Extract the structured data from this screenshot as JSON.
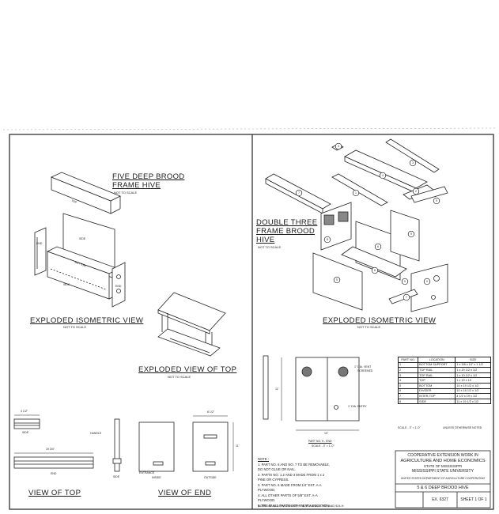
{
  "left_panel": {
    "title_line1": "FIVE DEEP BROOD",
    "title_line2": "FRAME HIVE",
    "title_note": "NOT TO SCALE",
    "exploded_iso_title": "EXPLODED ISOMETRIC VIEW",
    "exploded_iso_note": "NOT TO SCALE",
    "exploded_top_title": "EXPLODED VIEW OF TOP",
    "exploded_top_note": "NOT TO SCALE",
    "part_labels": {
      "top": "TOP",
      "side_a": "SIDE",
      "end_a": "END",
      "bottom": "BOTTOM",
      "side_b": "SIDE",
      "end_b": "END"
    },
    "view_of_top_title": "VIEW OF TOP",
    "view_of_end_title": "VIEW OF END",
    "dims": {
      "top_width": "4 1/2\"",
      "top_length": "19 3/4\"",
      "side_label": "SIDE",
      "end_label": "END",
      "handle": "HANDLE",
      "side2": "SIDE",
      "entrance": "ENTRANCE",
      "inside": "INSIDE",
      "outside": "OUTSIDE",
      "outside_width": "8 1/2\"",
      "height": "11\""
    }
  },
  "right_panel": {
    "title_line1": "DOUBLE THREE",
    "title_line2": "FRAME BROOD",
    "title_line3": "HIVE",
    "title_note": "NOT TO SCALE",
    "exploded_iso_title": "EXPLODED ISOMETRIC VIEW",
    "exploded_iso_note": "NOT TO SCALE",
    "part_numbers": [
      "3",
      "3",
      "4",
      "7",
      "1",
      "2",
      "8",
      "6",
      "9",
      "6",
      "5",
      "5",
      "9",
      "9",
      "7"
    ],
    "end_view": {
      "vent": "1\" DIA. VENT",
      "vent2": "SCREENED",
      "entry": "1\" DIA. ENTRY",
      "caption": "PART NO. 9 - END",
      "scale": "SCALE - 3\" = 1'-0\"",
      "width": "10\"",
      "height": "11\""
    }
  },
  "parts_table": {
    "headers": [
      "PART NO.",
      "LOCATION",
      "SIZE"
    ],
    "rows": [
      [
        "1",
        "BOTTOM SUPPORT",
        "1 x 3/8 x 10\" x 1 1/2"
      ],
      [
        "2",
        "TOP RAIL",
        "1 x 19 1/2 x 1/2"
      ],
      [
        "3",
        "TOP RAIL",
        "1 x 10 1/2 x 1/2"
      ],
      [
        "4",
        "TOP",
        "1 x 19 x 10"
      ],
      [
        "5",
        "BOTTOM",
        "10 x 19 1/2 x 1/2"
      ],
      [
        "6",
        "DIVIDER",
        "10 x 18 1/2 x 1/2"
      ],
      [
        "7",
        "INTER-TOP",
        "4 1/2 x 19 x 1/2"
      ],
      [
        "8",
        "SIDE",
        "11 x 19 1/2 x 1/2"
      ]
    ],
    "scale_note": "SCALE - 3\" = 1'-0\"",
    "unless_note": "UNLESS OTHERWISE NOTED"
  },
  "notes": {
    "header": "NOTE :",
    "lines": [
      "1. PART NO. 6 AND NO. 7 TO BE REMOVABLE,",
      "    DO NOT GLUE OR NAIL.",
      "2. PARTS NO. 1,2 AND 3 MADE FROM 1 x 2",
      "    PINE OR CYPRESS.",
      "3. PART NO. 6 MADE FROM 1/4\" EXT. A-A",
      "    PLYWOOD.",
      "4. ALL OTHER PARTS OF 5/8\" EXT. A-A",
      "    PLYWOOD.",
      "5. TREAT ALL PARTS WITH PENTA SOLUTION."
    ],
    "footer": "NOTE : BASED ON UNIV. OF FLA. PLAN NOS. 907 AND 924-H"
  },
  "title_block": {
    "line1": "COOPERATIVE EXTENSION WORK IN",
    "line2": "AGRICULTURE AND HOME ECONOMICS",
    "line3": "STATE OF MISSISSIPPI",
    "line4": "MISSISSIPPI STATE UNIVERSITY",
    "line5": "UNITED STATES DEPARTMENT OF AGRICULTURE COOPERATING",
    "drawing_title": "5 & 6 DEEP BROOD HIVE",
    "ex_number": "EX. 6327",
    "sheet": "SHEET 1 OF 1"
  }
}
